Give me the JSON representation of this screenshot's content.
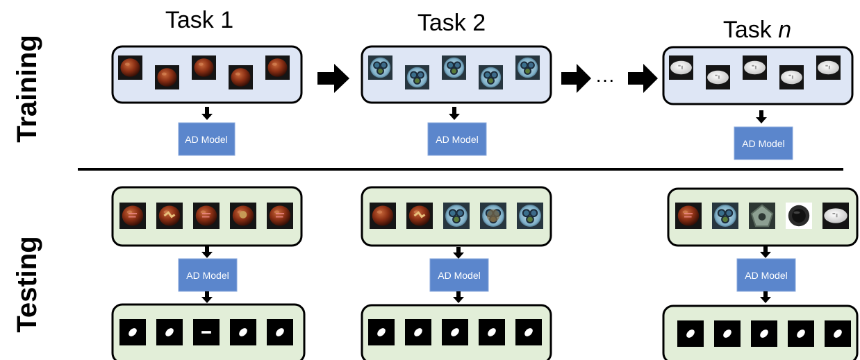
{
  "row_labels": {
    "training": "Training",
    "testing": "Testing"
  },
  "tasks": [
    {
      "title": "Task 1",
      "title_italic_part": ""
    },
    {
      "title": "Task 2",
      "title_italic_part": ""
    },
    {
      "title": "Task ",
      "title_italic_part": "n"
    }
  ],
  "ellipsis": "···",
  "model_label": "AD Model",
  "colors": {
    "training_panel": "#dee6f5",
    "testing_panel": "#e2eed8",
    "model_box": "#5b86cc",
    "model_text": "#ffffff",
    "panel_border": "#000000"
  },
  "thumbnails": {
    "training": [
      [
        "hazelnut",
        "hazelnut",
        "hazelnut",
        "hazelnut",
        "hazelnut"
      ],
      [
        "cable",
        "cable",
        "cable",
        "cable",
        "cable"
      ],
      [
        "pill",
        "pill",
        "pill",
        "pill",
        "pill"
      ]
    ],
    "testing_input": [
      [
        "hazelnut-print",
        "hazelnut-crack",
        "hazelnut-print",
        "hazelnut-hole",
        "hazelnut-print"
      ],
      [
        "hazelnut",
        "hazelnut-crack",
        "cable",
        "cable-defect",
        "cable"
      ],
      [
        "hazelnut-print",
        "cable",
        "metal-nut",
        "screw-top",
        "pill"
      ]
    ],
    "testing_masks": [
      [
        "mask",
        "mask",
        "mask-text",
        "mask",
        "mask"
      ],
      [
        "mask",
        "mask",
        "mask",
        "mask",
        "mask"
      ],
      [
        "mask",
        "mask",
        "mask",
        "mask",
        "mask"
      ]
    ]
  }
}
